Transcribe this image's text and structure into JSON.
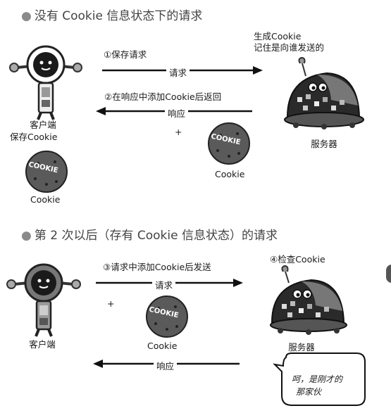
{
  "section1": {
    "title": "没有 Cookie 信息状态下的请求",
    "step1": "①保存请求",
    "request_label": "请求",
    "step2": "②在响应中添加Cookie后返回",
    "response_label": "响应",
    "server_note_line1": "生成Cookie",
    "server_note_line2": "记住是向谁发送的",
    "client_label": "客户端",
    "client_save": "保存Cookie",
    "client_cookie_label": "Cookie",
    "plus": "+",
    "cookie_text": "COOKIE",
    "response_cookie_label": "Cookie",
    "server_label": "服务器"
  },
  "section2": {
    "title": "第 2 次以后（存有 Cookie 信息状态）的请求",
    "step3": "③请求中添加Cookie后发送",
    "request_label": "请求",
    "step4": "④检查Cookie",
    "plus": "+",
    "cookie_text": "COOKIE",
    "cookie_label": "Cookie",
    "client_label": "客户端",
    "server_label": "服务器",
    "response_label": "响应",
    "speech_line1": "呵，是刚才的",
    "speech_line2": "那家伙"
  }
}
